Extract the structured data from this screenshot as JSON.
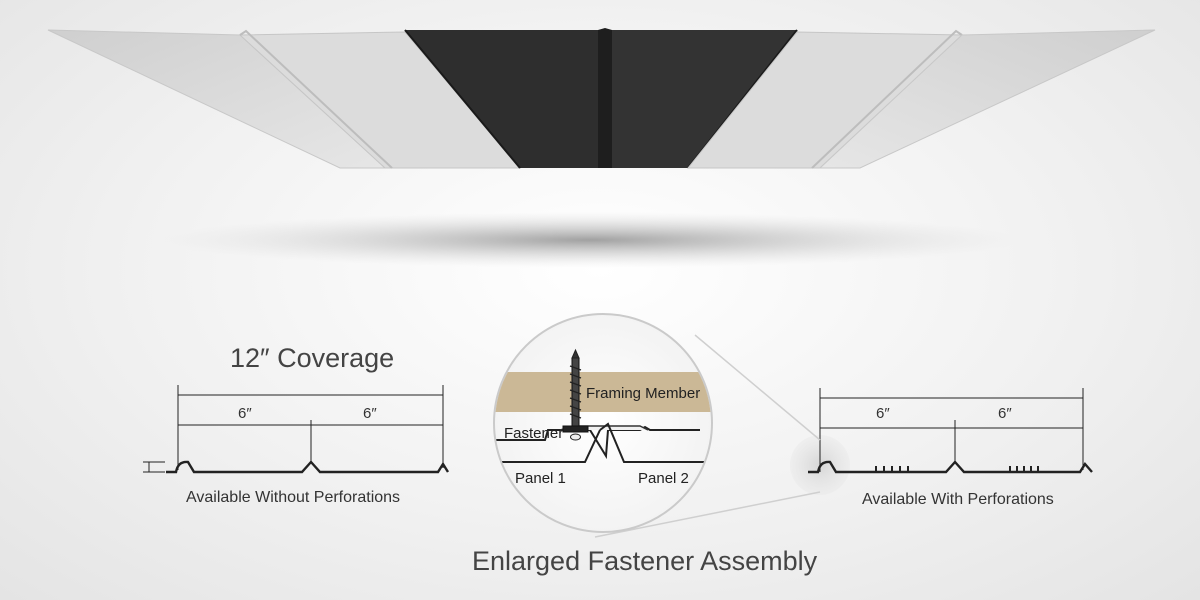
{
  "left_panel": {
    "coverage_title": "12″ Coverage",
    "dim_left": "6″",
    "dim_right": "6″",
    "caption": "Available Without Perforations"
  },
  "magnifier": {
    "framing_label": "Framing Member",
    "fastener_label": "Fastener",
    "panel1_label": "Panel 1",
    "panel2_label": "Panel 2",
    "caption": "Enlarged Fastener Assembly"
  },
  "right_panel": {
    "dim_left": "6″",
    "dim_right": "6″",
    "caption": "Available With Perforations"
  },
  "colors": {
    "dark_panel": "#2e2e2e",
    "light_panel": "#d9d9d9",
    "framing_member": "#cbb896"
  }
}
